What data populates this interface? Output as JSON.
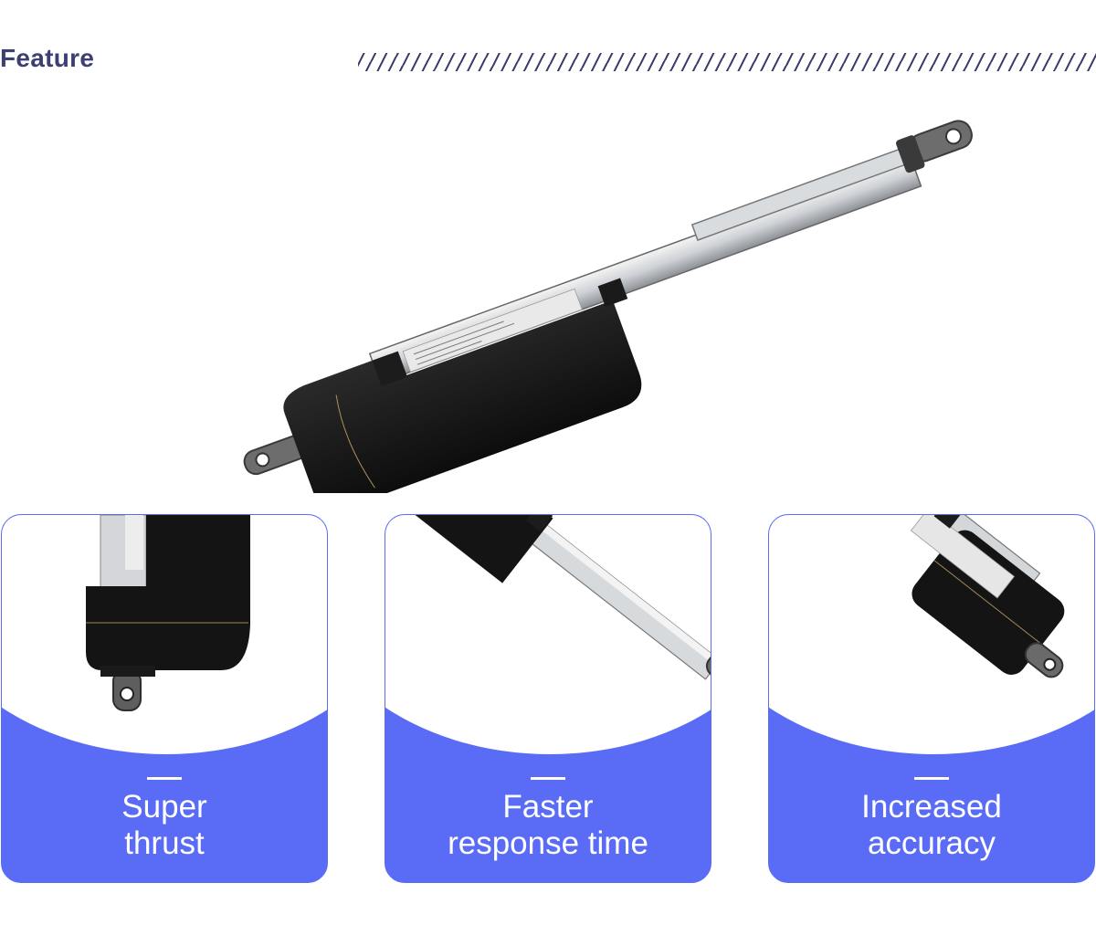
{
  "header": {
    "title": "Feature"
  },
  "features": [
    {
      "line1": "Super",
      "line2": "thrust"
    },
    {
      "line1": "Faster",
      "line2": "response time"
    },
    {
      "line1": "Increased",
      "line2": "accuracy"
    }
  ],
  "colors": {
    "accent": "#5a6cf5",
    "title": "#3d3f72",
    "hatch": "#3b3d6e"
  },
  "images": {
    "hero": "linear-actuator-photo",
    "details": [
      "actuator-motor-closeup",
      "actuator-rod-closeup",
      "actuator-housing-closeup"
    ]
  }
}
